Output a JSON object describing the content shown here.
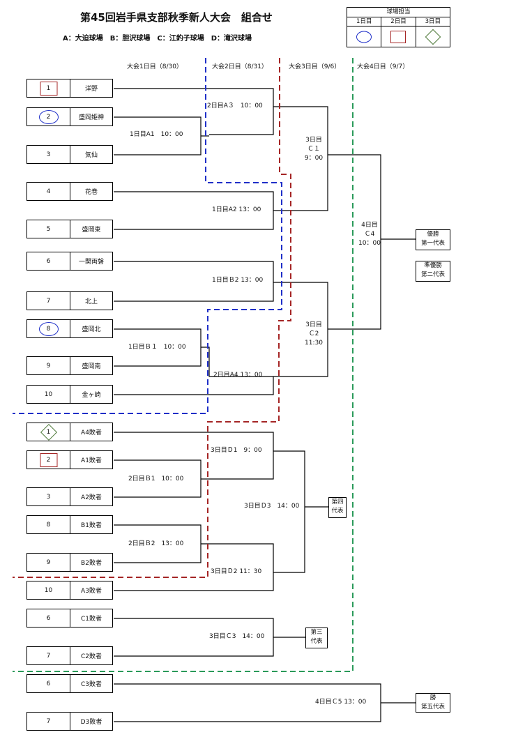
{
  "title": "第45回岩手県支部秋季新人大会　組合せ",
  "venues": "A：大迫球場　B：胆沢球場　C：江釣子球場　D：滝沢球場",
  "legend": {
    "header": "球場担当",
    "cols": [
      {
        "label": "1日目",
        "marker": "circle"
      },
      {
        "label": "2日目",
        "marker": "square"
      },
      {
        "label": "3日目",
        "marker": "diamond"
      }
    ]
  },
  "marker_colors": {
    "circle": "#1f2fc8",
    "square": "#a52525",
    "diamond": "#4f7a3a"
  },
  "boundary_colors": {
    "day1": "#1f2fc8",
    "day2": "#a52525",
    "day3": "#2a9a5a"
  },
  "days": [
    {
      "label": "大会1日目（8/30）"
    },
    {
      "label": "大会2日目（8/31）"
    },
    {
      "label": "大会3日目（9/6）"
    },
    {
      "label": "大会4日目（9/7）"
    }
  ],
  "teams": [
    {
      "seed": "1",
      "name": "洋野",
      "marker": "square"
    },
    {
      "seed": "2",
      "name": "盛岡姫神",
      "marker": "circle"
    },
    {
      "seed": "3",
      "name": "気仙",
      "marker": ""
    },
    {
      "seed": "4",
      "name": "花巻",
      "marker": ""
    },
    {
      "seed": "5",
      "name": "盛岡東",
      "marker": ""
    },
    {
      "seed": "6",
      "name": "一関両磐",
      "marker": ""
    },
    {
      "seed": "7",
      "name": "北上",
      "marker": ""
    },
    {
      "seed": "8",
      "name": "盛岡北",
      "marker": "circle"
    },
    {
      "seed": "9",
      "name": "盛岡南",
      "marker": ""
    },
    {
      "seed": "10",
      "name": "金ヶ崎",
      "marker": ""
    },
    {
      "seed": "1",
      "name": "A4敗者",
      "marker": "diamond"
    },
    {
      "seed": "2",
      "name": "A1敗者",
      "marker": "square"
    },
    {
      "seed": "3",
      "name": "A2敗者",
      "marker": ""
    },
    {
      "seed": "8",
      "name": "B1敗者",
      "marker": ""
    },
    {
      "seed": "9",
      "name": "B2敗者",
      "marker": ""
    },
    {
      "seed": "10",
      "name": "A3敗者",
      "marker": ""
    },
    {
      "seed": "6",
      "name": "C1敗者",
      "marker": ""
    },
    {
      "seed": "7",
      "name": "C2敗者",
      "marker": ""
    },
    {
      "seed": "6",
      "name": "C3敗者",
      "marker": ""
    },
    {
      "seed": "7",
      "name": "D3敗者",
      "marker": ""
    }
  ],
  "matches": {
    "a1": "1日目A1　10：00",
    "a3": "2日目A３　10：00",
    "a2": "1日目A2 13：00",
    "b2": "1日目Ｂ2 13：00",
    "b1": "1日目Ｂ１　10：00",
    "a4": "2日目A4 13：00",
    "c1": [
      "3日目",
      "Ｃ１",
      "9：00"
    ],
    "c2": [
      "3日目",
      "Ｃ2",
      "11:30"
    ],
    "c4": [
      "4日目",
      "Ｃ4",
      "10：00"
    ],
    "d1": "3日目Ｄ1　9：00",
    "b1_2": "2日目Ｂ1　10：00",
    "b2_2": "2日目Ｂ2　13：00",
    "d2": "3日目Ｄ2 11：30",
    "d3": "3日目Ｄ3　14：00",
    "c3": "3日目Ｃ3　14：00",
    "c5": "4日目Ｃ5 13：00"
  },
  "results": {
    "champion": [
      "優勝",
      "第一代表"
    ],
    "runnerup": [
      "準優勝",
      "第二代表"
    ],
    "fourth": [
      "第四",
      "代表"
    ],
    "third": [
      "第三",
      "代表"
    ],
    "fifth": [
      "勝",
      "第五代表"
    ]
  }
}
